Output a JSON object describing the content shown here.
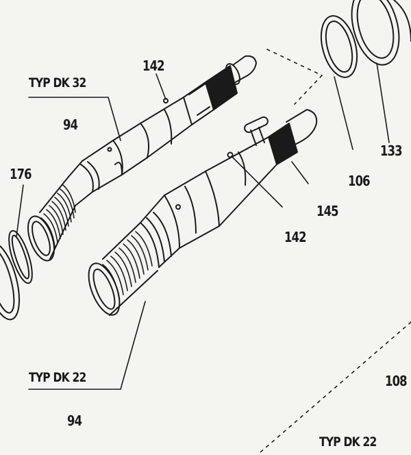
{
  "diagram": {
    "parts": {
      "dk32": {
        "type_label": "TYP DK 32",
        "number": "94"
      },
      "dk22": {
        "type_label": "TYP DK 22",
        "number": "94"
      },
      "dk22_bottom": {
        "type_label": "TYP DK 22"
      }
    },
    "callouts": {
      "c142_top": "142",
      "c142_mid": "142",
      "c176": "176",
      "c145": "145",
      "c106": "106",
      "c133": "133",
      "c108": "108"
    },
    "colors": {
      "ink": "#1a1a1a",
      "paper": "#f4f4f1"
    }
  }
}
